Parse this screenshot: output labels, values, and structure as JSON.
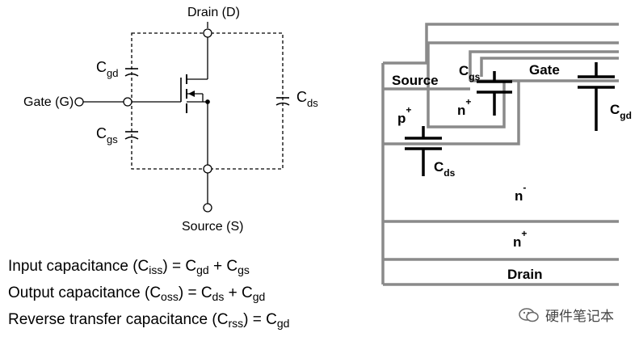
{
  "circuit": {
    "drain_label": "Drain (D)",
    "gate_label": "Gate (G)",
    "source_label": "Source (S)",
    "cgd": {
      "base": "C",
      "sub": "gd"
    },
    "cgs": {
      "base": "C",
      "sub": "gs"
    },
    "cds": {
      "base": "C",
      "sub": "ds"
    }
  },
  "equations": [
    {
      "name": "Input capacitance",
      "lhs_sub": "iss",
      "rhs": [
        {
          "base": "C",
          "sub": "gd"
        },
        {
          "base": "C",
          "sub": "gs"
        }
      ]
    },
    {
      "name": "Output capacitance",
      "lhs_sub": "oss",
      "rhs": [
        {
          "base": "C",
          "sub": "ds"
        },
        {
          "base": "C",
          "sub": "gd"
        }
      ]
    },
    {
      "name": "Reverse transfer capacitance",
      "lhs_sub": "rss",
      "rhs": [
        {
          "base": "C",
          "sub": "gd"
        }
      ]
    }
  ],
  "cross_section": {
    "source_label": "Source",
    "gate_label": "Gate",
    "drain_label": "Drain",
    "p_plus": {
      "base": "p",
      "sup": "+"
    },
    "n_plus_top": {
      "base": "n",
      "sup": "+"
    },
    "n_minus": {
      "base": "n",
      "sup": "-"
    },
    "n_plus_bottom": {
      "base": "n",
      "sup": "+"
    },
    "cgs": {
      "base": "C",
      "sub": "gs"
    },
    "cgd": {
      "base": "C",
      "sub": "gd"
    },
    "cds": {
      "base": "C",
      "sub": "ds"
    }
  },
  "watermark": {
    "text": "硬件笔记本",
    "icon": "wechat-logo-icon"
  }
}
